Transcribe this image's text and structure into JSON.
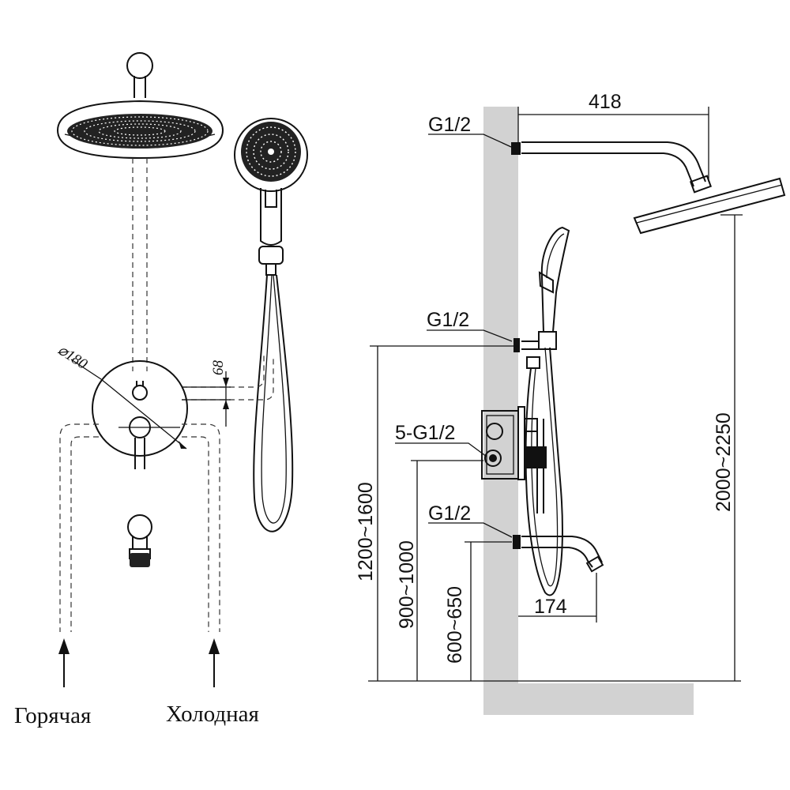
{
  "front_view": {
    "diameter_label": "⌀180",
    "offset_label": "68",
    "hot_label": "Горячая",
    "cold_label": "Холодная"
  },
  "side_view": {
    "arm_length": "418",
    "spout_length": "174",
    "mixer_height": "1200~1600",
    "outlet_height": "900~1000",
    "spout_height": "600~650",
    "shower_height": "2000~2250",
    "thread_top": "G1/2",
    "thread_mid": "G1/2",
    "thread_mixer": "5-G1/2",
    "thread_spout": "G1/2"
  }
}
